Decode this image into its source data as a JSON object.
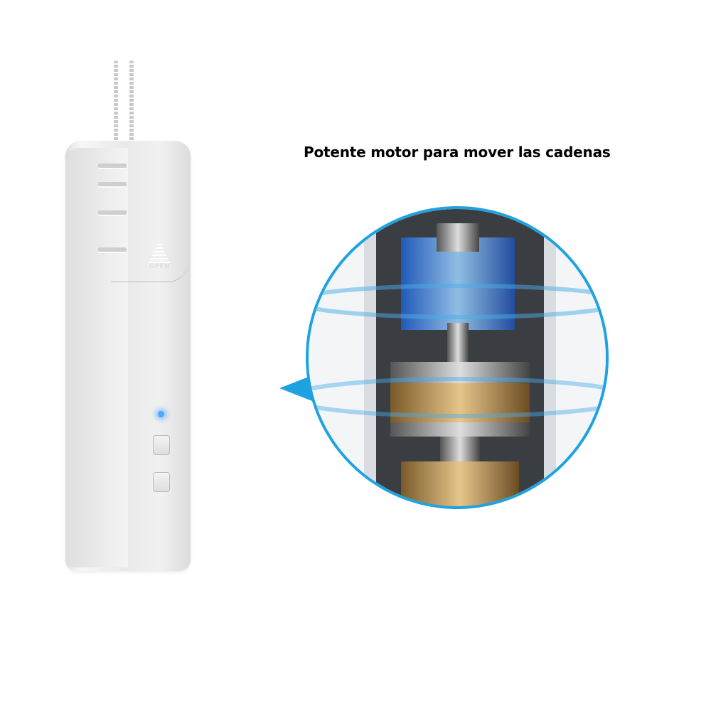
{
  "headline": "Potente motor para mover las cadenas",
  "device": {
    "logo_text": "OPEN",
    "led_color": "#4aa9ff",
    "buttons": [
      "up-button",
      "down-button"
    ]
  },
  "callout": {
    "border_color": "#1ea2e0",
    "content": "motor-cutaway-gears"
  }
}
